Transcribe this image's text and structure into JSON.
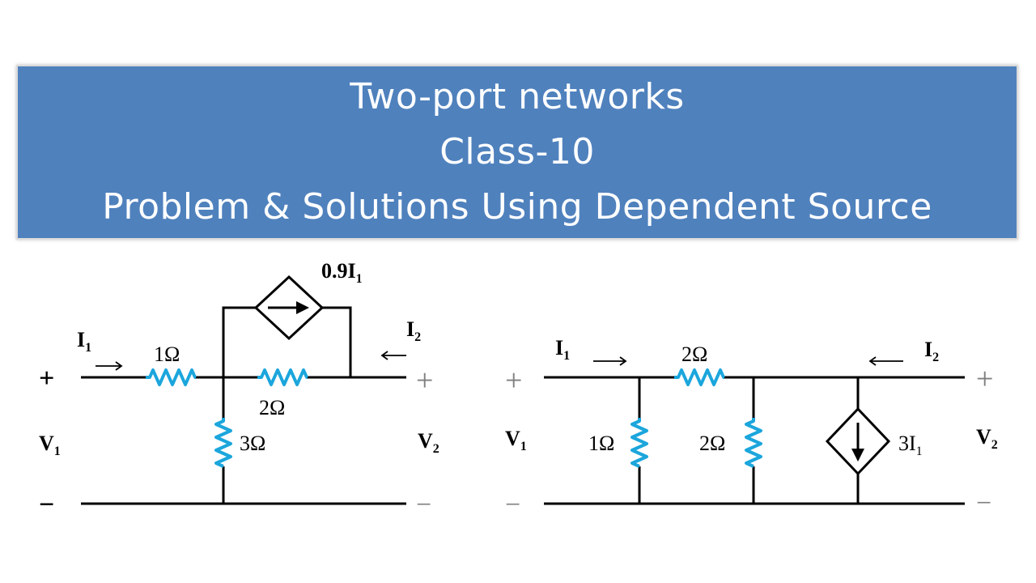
{
  "colors": {
    "banner": "#4f81bd",
    "banner_text": "#ffffff",
    "wire": "#000000",
    "resistor": "#1ba6dc",
    "terminal_gray": "#7f7f7f"
  },
  "title": {
    "line1": "Two-port networks",
    "line2": "Class-10",
    "line3": "Problem & Solutions Using Dependent Source"
  },
  "circuit1": {
    "source_label": {
      "base": "0.9I",
      "sub": "1"
    },
    "i1": {
      "base": "I",
      "sub": "1"
    },
    "i2": {
      "base": "I",
      "sub": "2"
    },
    "v1": {
      "base": "V",
      "sub": "1"
    },
    "v2": {
      "base": "V",
      "sub": "2"
    },
    "r_series": "1Ω",
    "r_bridge": "2Ω",
    "r_shunt": "3Ω",
    "plus_left": "+",
    "minus_left": "−",
    "plus_right": "+",
    "minus_right": "−"
  },
  "circuit2": {
    "i1": {
      "base": "I",
      "sub": "1"
    },
    "i2": {
      "base": "I",
      "sub": "2"
    },
    "v1": {
      "base": "V",
      "sub": "1"
    },
    "v2": {
      "base": "V",
      "sub": "2"
    },
    "r_shunt1": "1Ω",
    "r_series": "2Ω",
    "r_shunt2": "2Ω",
    "source_label": {
      "base": "3I",
      "sub": "1"
    },
    "plus_left": "+",
    "minus_left": "−",
    "plus_right": "+",
    "minus_right": "−"
  }
}
